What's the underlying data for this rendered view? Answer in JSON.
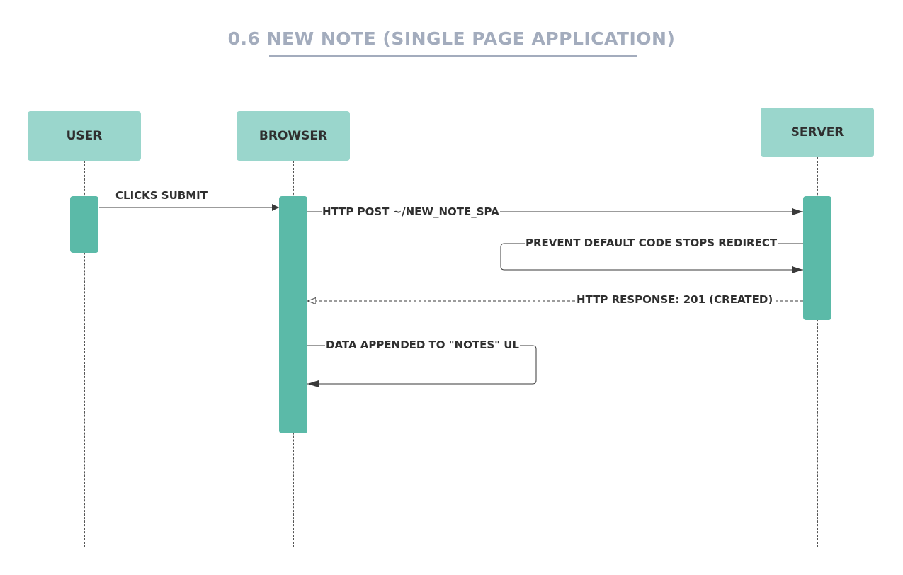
{
  "diagram": {
    "title": "0.6 NEW NOTE (SINGLE PAGE APPLICATION)",
    "colors": {
      "actor_fill": "#9ad6cc",
      "activation_fill": "#5bbaa8",
      "title": "#a3acbd",
      "line": "#3a3a3a"
    },
    "participants": [
      {
        "id": "user",
        "label": "USER"
      },
      {
        "id": "browser",
        "label": "BROWSER"
      },
      {
        "id": "server",
        "label": "SERVER"
      }
    ],
    "messages": [
      {
        "from": "user",
        "to": "browser",
        "label": "CLICKS SUBMIT",
        "style": "solid"
      },
      {
        "from": "browser",
        "to": "server",
        "label": "HTTP POST ~/NEW_NOTE_SPA",
        "style": "solid"
      },
      {
        "from": "server",
        "to": "server",
        "label": "PREVENT DEFAULT CODE STOPS REDIRECT",
        "style": "solid-self"
      },
      {
        "from": "server",
        "to": "browser",
        "label": "HTTP RESPONSE: 201 (CREATED)",
        "style": "dashed-open"
      },
      {
        "from": "browser",
        "to": "browser",
        "label": "DATA APPENDED TO \"NOTES\" UL",
        "style": "solid-self"
      }
    ]
  }
}
